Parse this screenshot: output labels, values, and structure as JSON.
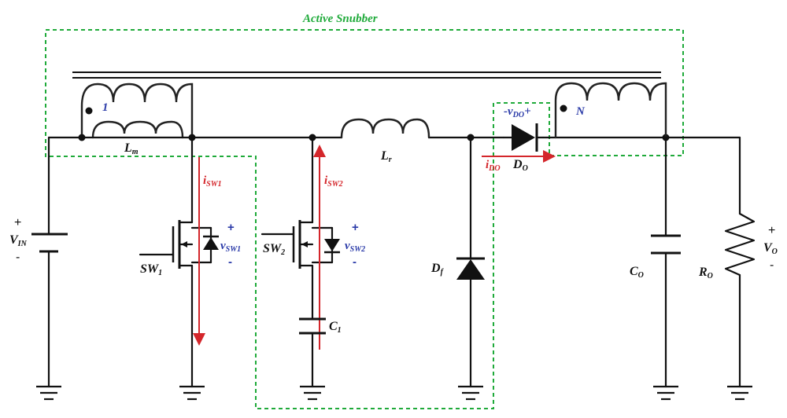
{
  "title": "Active Snubber",
  "labels": {
    "vin_plus": "+",
    "vin": "V",
    "vin_sub": "IN",
    "vin_minus": "-",
    "lm": "L",
    "lm_sub": "m",
    "turns_primary": "1",
    "turns_secondary": "N",
    "lr": "L",
    "lr_sub": "r",
    "sw1": "SW",
    "sw1_sub": "1",
    "sw2": "SW",
    "sw2_sub": "2",
    "isw1": "i",
    "isw1_sub": "SW1",
    "isw2": "i",
    "isw2_sub": "SW2",
    "vsw1_plus": "+",
    "vsw1": "v",
    "vsw1_sub": "SW1",
    "vsw1_minus": "-",
    "vsw2_plus": "+",
    "vsw2": "v",
    "vsw2_sub": "SW2",
    "vsw2_minus": "-",
    "c1": "C",
    "c1_sub": "1",
    "df": "D",
    "df_sub": "f",
    "vdo_minus": "-",
    "vdo": "v",
    "vdo_sub": "DO",
    "vdo_plus": "+",
    "ido": "i",
    "ido_sub": "DO",
    "do": "D",
    "do_sub": "O",
    "co": "C",
    "co_sub": "O",
    "ro": "R",
    "ro_sub": "O",
    "vo_plus": "+",
    "vo": "V",
    "vo_sub": "O",
    "vo_minus": "-"
  },
  "colors": {
    "wire": "#111111",
    "snubber_box": "#1faa3a",
    "current_arrow": "#d4262b",
    "voltage_label": "#2a3aa8"
  }
}
